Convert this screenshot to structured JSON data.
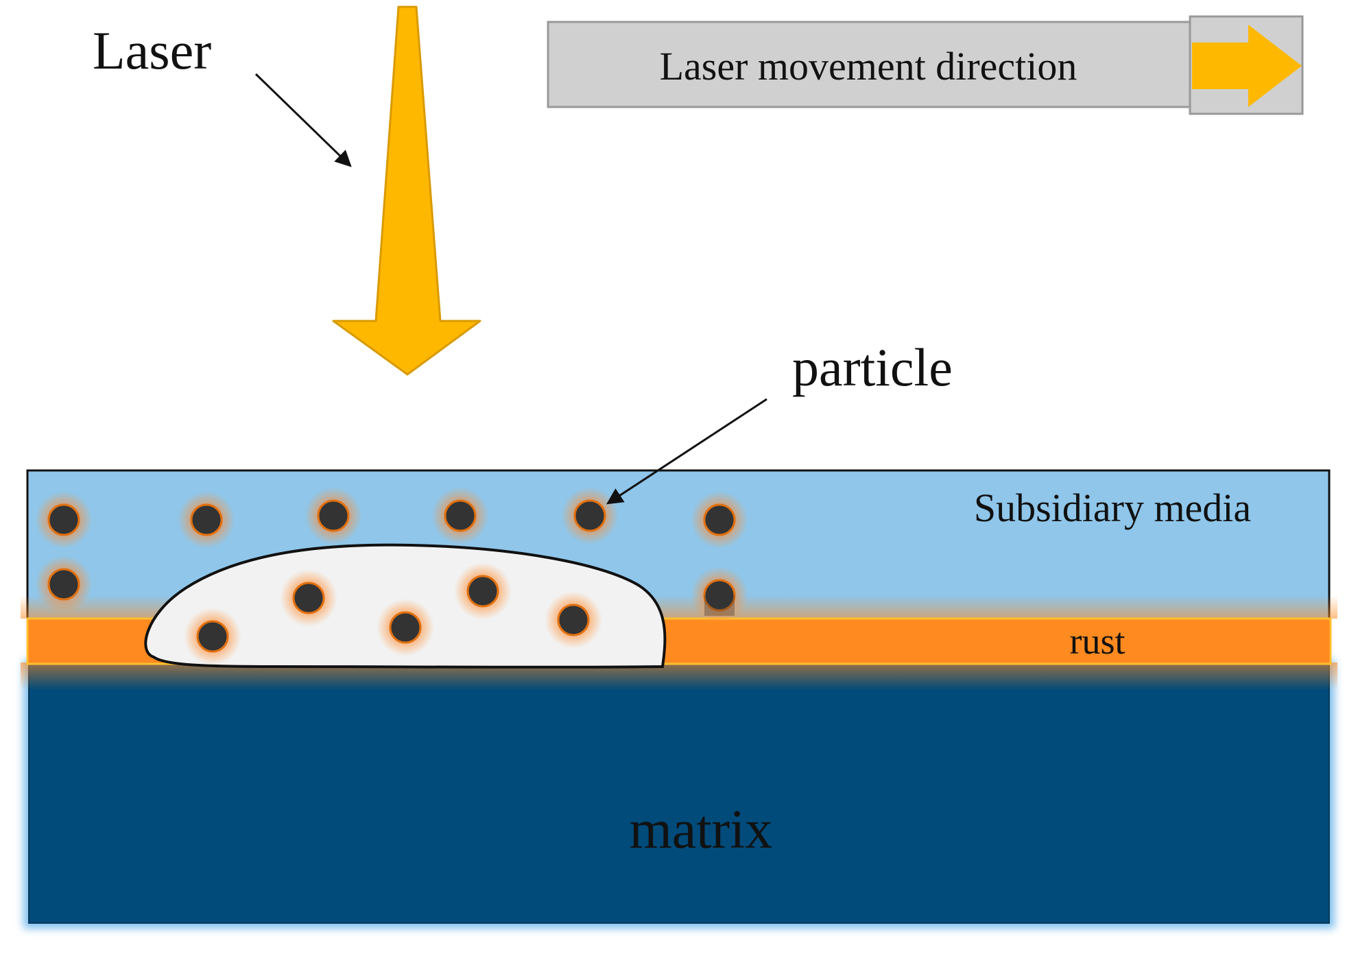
{
  "labels": {
    "laser": "Laser",
    "movement_direction": "Laser movement direction",
    "particle": "particle",
    "subsidiary_media": "Subsidiary media",
    "rust": "rust",
    "matrix": "matrix"
  },
  "colors": {
    "laser_yellow": "#FFB800",
    "laser_outline": "#D99A00",
    "subsidiary_media": "#8FC6EA",
    "rust": "#FF8A20",
    "matrix": "#014B7A",
    "particle": "#333333",
    "banner_gray": "#D0D0D0"
  },
  "icons": {
    "laser_beam": "down-arrow-icon",
    "movement": "right-arrow-icon"
  }
}
